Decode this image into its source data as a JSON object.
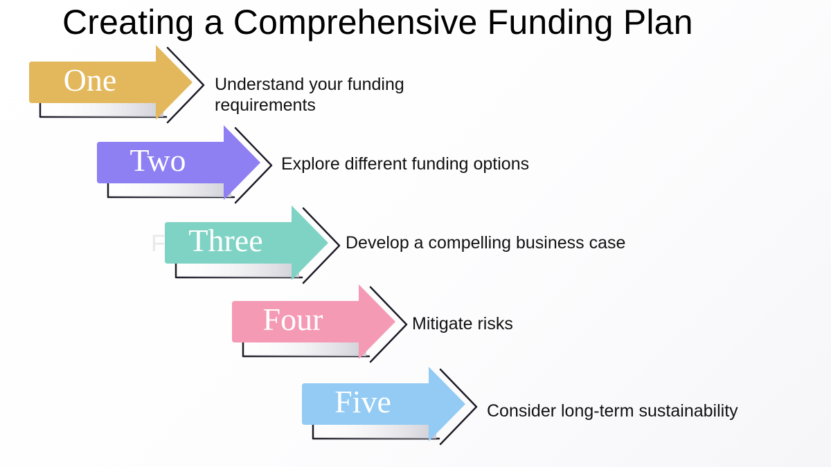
{
  "title": "Creating a Comprehensive Funding Plan",
  "steps": [
    {
      "label": "One",
      "text_lines": [
        "Understand your funding",
        "requirements"
      ],
      "color": "#e3b85c"
    },
    {
      "label": "Two",
      "text_lines": [
        "Explore different funding options"
      ],
      "color": "#8e7ff2"
    },
    {
      "label": "Three",
      "text_lines": [
        "Develop a compelling business case"
      ],
      "color": "#7fd3c4"
    },
    {
      "label": "Four",
      "text_lines": [
        "Mitigate risks"
      ],
      "color": "#f49ab5"
    },
    {
      "label": "Five",
      "text_lines": [
        "Consider long-term sustainability"
      ],
      "color": "#93cbf4"
    }
  ],
  "watermark": "FasterCapital",
  "colors": {
    "outline": "#1c1b26",
    "shadow": "#cfcfd8",
    "label_text": "#ffffff",
    "body_text": "#111111"
  }
}
